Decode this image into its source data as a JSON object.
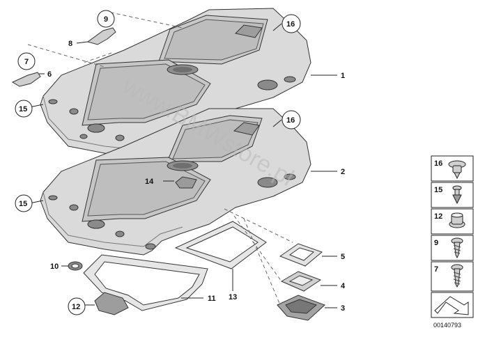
{
  "diagram": {
    "watermark": "www.BMWstore.pl",
    "drawing_code": "00140793",
    "callouts": [
      {
        "id": "c1",
        "text": "1",
        "circled": false
      },
      {
        "id": "c2",
        "text": "2",
        "circled": false
      },
      {
        "id": "c3",
        "text": "3",
        "circled": false
      },
      {
        "id": "c4",
        "text": "4",
        "circled": false
      },
      {
        "id": "c5",
        "text": "5",
        "circled": false
      },
      {
        "id": "c6",
        "text": "6",
        "circled": false
      },
      {
        "id": "c7",
        "text": "7",
        "circled": true
      },
      {
        "id": "c8",
        "text": "8",
        "circled": false
      },
      {
        "id": "c9",
        "text": "9",
        "circled": true
      },
      {
        "id": "c10",
        "text": "10",
        "circled": false
      },
      {
        "id": "c11",
        "text": "11",
        "circled": false
      },
      {
        "id": "c12",
        "text": "12",
        "circled": true
      },
      {
        "id": "c13",
        "text": "13",
        "circled": false
      },
      {
        "id": "c14",
        "text": "14",
        "circled": false
      },
      {
        "id": "c15a",
        "text": "15",
        "circled": true
      },
      {
        "id": "c15b",
        "text": "15",
        "circled": true
      },
      {
        "id": "c16a",
        "text": "16",
        "circled": true
      },
      {
        "id": "c16b",
        "text": "16",
        "circled": true
      }
    ],
    "legend": [
      {
        "num": "16",
        "icon": "clip-icon"
      },
      {
        "num": "15",
        "icon": "expanding-rivet-icon"
      },
      {
        "num": "12",
        "icon": "plastic-nut-icon"
      },
      {
        "num": "9",
        "icon": "screw-icon"
      },
      {
        "num": "7",
        "icon": "screw-icon"
      }
    ]
  }
}
